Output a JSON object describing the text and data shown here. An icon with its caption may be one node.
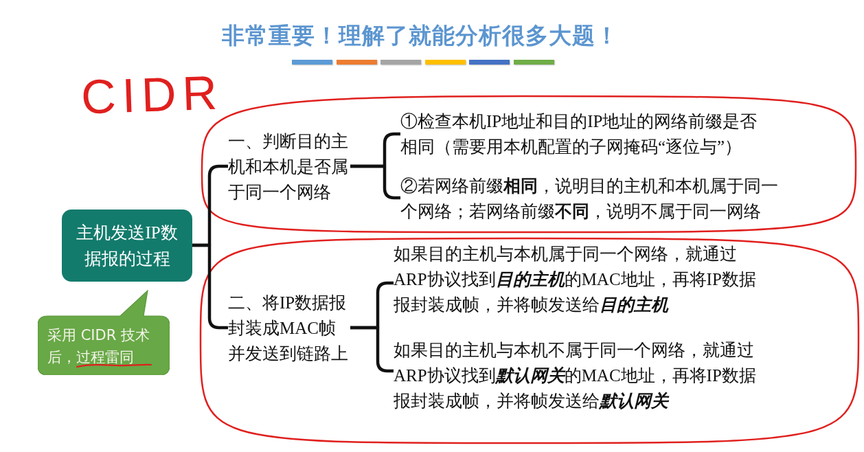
{
  "diagram": {
    "title": "非常重要！理解了就能分析很多大题！",
    "nodes": [
      {
        "text": [
          "主机发送IP数据报的过程"
        ]
      },
      {
        "text": [
          "一、判断目的主机和本机是否属于同一个网络"
        ]
      },
      {
        "text": [
          "①检查本机IP地址和目的IP地址的网络前缀是否相同（需要用本机配置的子网掩码“逐位与”）"
        ]
      },
      {
        "text": [
          "②若网络前缀**相同**，说明目的主机和本机属于同一个网络；若网络前缀**不同**，说明不属于同一网络"
        ]
      },
      {
        "text": [
          "二、将IP数据报封装成MAC帧并发送到链路上"
        ]
      },
      {
        "text": [
          "如果目的主机与本机属于同一个网络，就通过ARP协议找到**目的主机**的MAC地址，再将IP数据报封装成帧，并将帧发送给**目的主机**"
        ]
      },
      {
        "text": [
          "如果目的主机与本机不属于同一个网络，就通过ARP协议找到**默认网关**的MAC地址，再将IP数据报封装成帧，并将帧发送给**默认网关**"
        ]
      },
      {
        "text": [
          "采用 CIDR 技术后，过程雷同"
        ]
      }
    ],
    "edges": [
      {
        "from": 0,
        "to": 1,
        "arrow": "none"
      },
      {
        "from": 0,
        "to": 4,
        "arrow": "none"
      },
      {
        "from": 1,
        "to": 2,
        "arrow": "none"
      },
      {
        "from": 1,
        "to": 3,
        "arrow": "none"
      },
      {
        "from": 4,
        "to": 5,
        "arrow": "none"
      },
      {
        "from": 4,
        "to": 6,
        "arrow": "none"
      }
    ],
    "labels": [
      "CIDR"
    ]
  }
}
